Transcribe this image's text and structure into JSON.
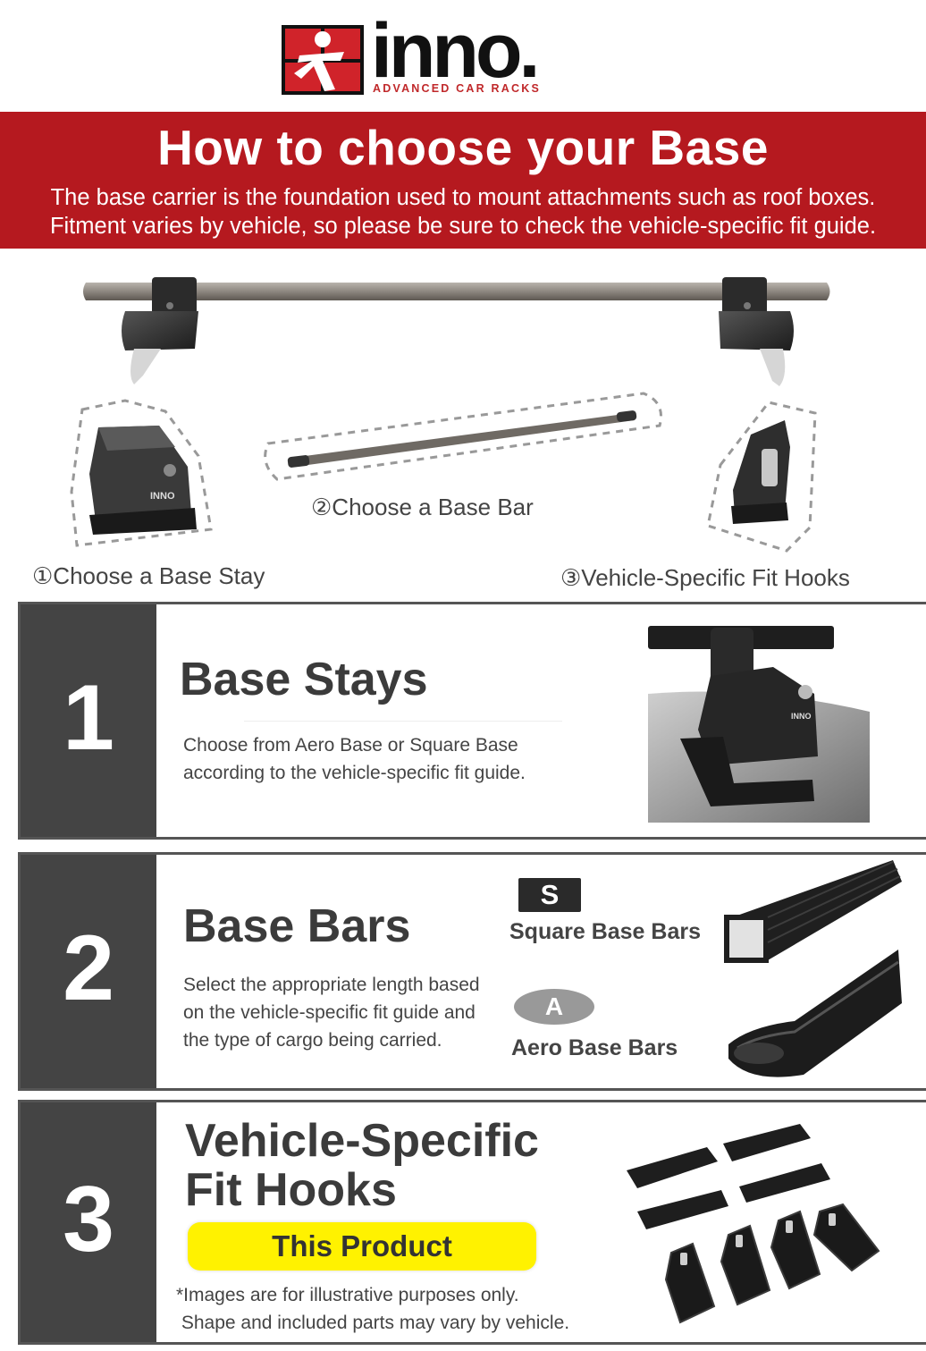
{
  "logo": {
    "brand": "inno.",
    "tagline": "ADVANCED CAR RACKS"
  },
  "banner": {
    "title": "How to choose your Base",
    "line1": "The base carrier is the foundation used to mount attachments such as roof boxes.",
    "line2": "Fitment varies by vehicle, so please be sure to check the vehicle-specific fit guide."
  },
  "overview": {
    "stay_label": "①Choose a Base Stay",
    "bar_label": "②Choose a Base Bar",
    "hook_label": "③Vehicle-Specific Fit Hooks",
    "stay_brand": "INNO"
  },
  "sections": [
    {
      "number": "1",
      "title": "Base Stays",
      "desc_line1": "Choose from Aero Base or Square Base",
      "desc_line2": "according to the vehicle-specific fit guide."
    },
    {
      "number": "2",
      "title": "Base Bars",
      "desc_line1": "Select the appropriate length based",
      "desc_line2": "on the vehicle-specific fit guide and",
      "desc_line3": "the type of cargo being carried.",
      "square_badge": "S",
      "square_label": "Square Base Bars",
      "aero_badge": "A",
      "aero_label": "Aero Base Bars"
    },
    {
      "number": "3",
      "title_line1": "Vehicle-Specific",
      "title_line2": "Fit Hooks",
      "highlight": "This Product",
      "note_line1": "*Images are for illustrative purposes only.",
      "note_line2": " Shape and included parts may vary by vehicle."
    }
  ],
  "colors": {
    "brand_red": "#b5191f",
    "section_dark": "#444444",
    "highlight_yellow": "#fff200"
  }
}
